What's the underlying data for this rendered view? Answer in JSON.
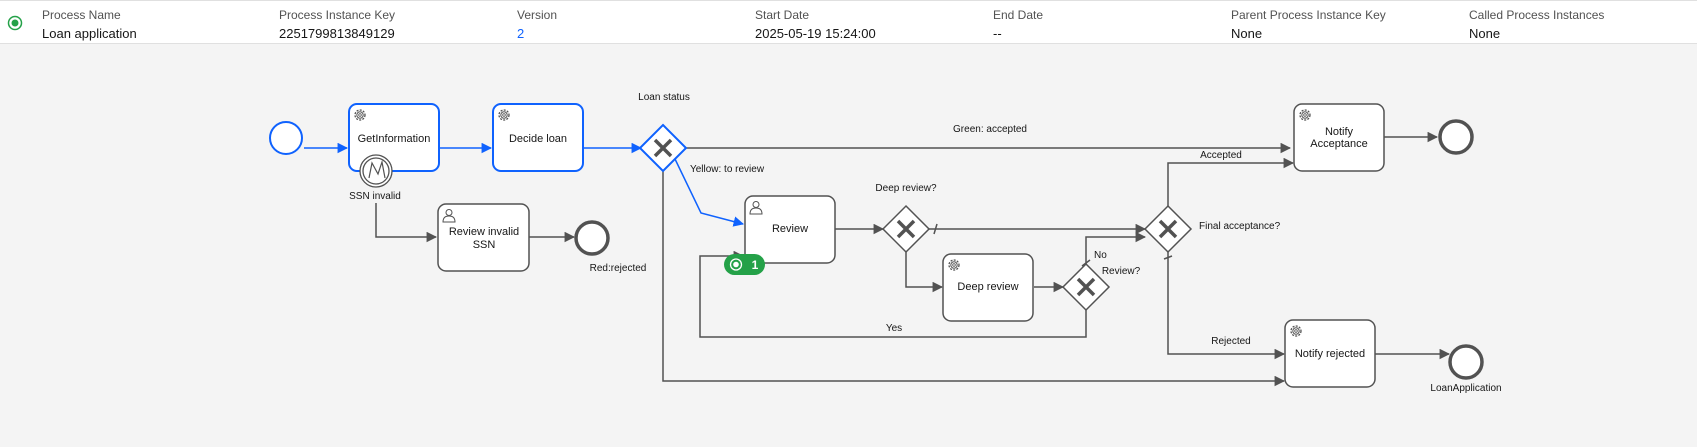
{
  "header": {
    "process_name_label": "Process Name",
    "process_name": "Loan application",
    "instance_key_label": "Process Instance Key",
    "instance_key": "2251799813849129",
    "version_label": "Version",
    "version": "2",
    "start_date_label": "Start Date",
    "start_date": "2025-05-19 15:24:00",
    "end_date_label": "End Date",
    "end_date": "--",
    "parent_key_label": "Parent Process Instance Key",
    "parent_key": "None",
    "called_label": "Called Process Instances",
    "called": "None"
  },
  "diagram": {
    "tasks": {
      "get_information": "GetInformation",
      "decide_loan": "Decide loan",
      "review": "Review",
      "review_invalid_ssn_line1": "Review invalid",
      "review_invalid_ssn_line2": "SSN",
      "deep_review": "Deep review",
      "notify_acceptance_line1": "Notify",
      "notify_acceptance_line2": "Acceptance",
      "notify_rejected": "Notify rejected"
    },
    "labels": {
      "loan_status": "Loan status",
      "ssn_invalid": "SSN invalid",
      "red_rejected": "Red:rejected",
      "green_accepted": "Green: accepted",
      "yellow_review": "Yellow: to review",
      "deep_review_q": "Deep review?",
      "final_acceptance_q": "Final acceptance?",
      "accepted": "Accepted",
      "rejected": "Rejected",
      "review_q": "Review?",
      "no": "No",
      "yes": "Yes",
      "loan_application": "LoanApplication"
    },
    "active_token_count": "1",
    "colors": {
      "completed": "#0f62fe",
      "default": "#525252",
      "active_badge": "#24a148"
    }
  }
}
